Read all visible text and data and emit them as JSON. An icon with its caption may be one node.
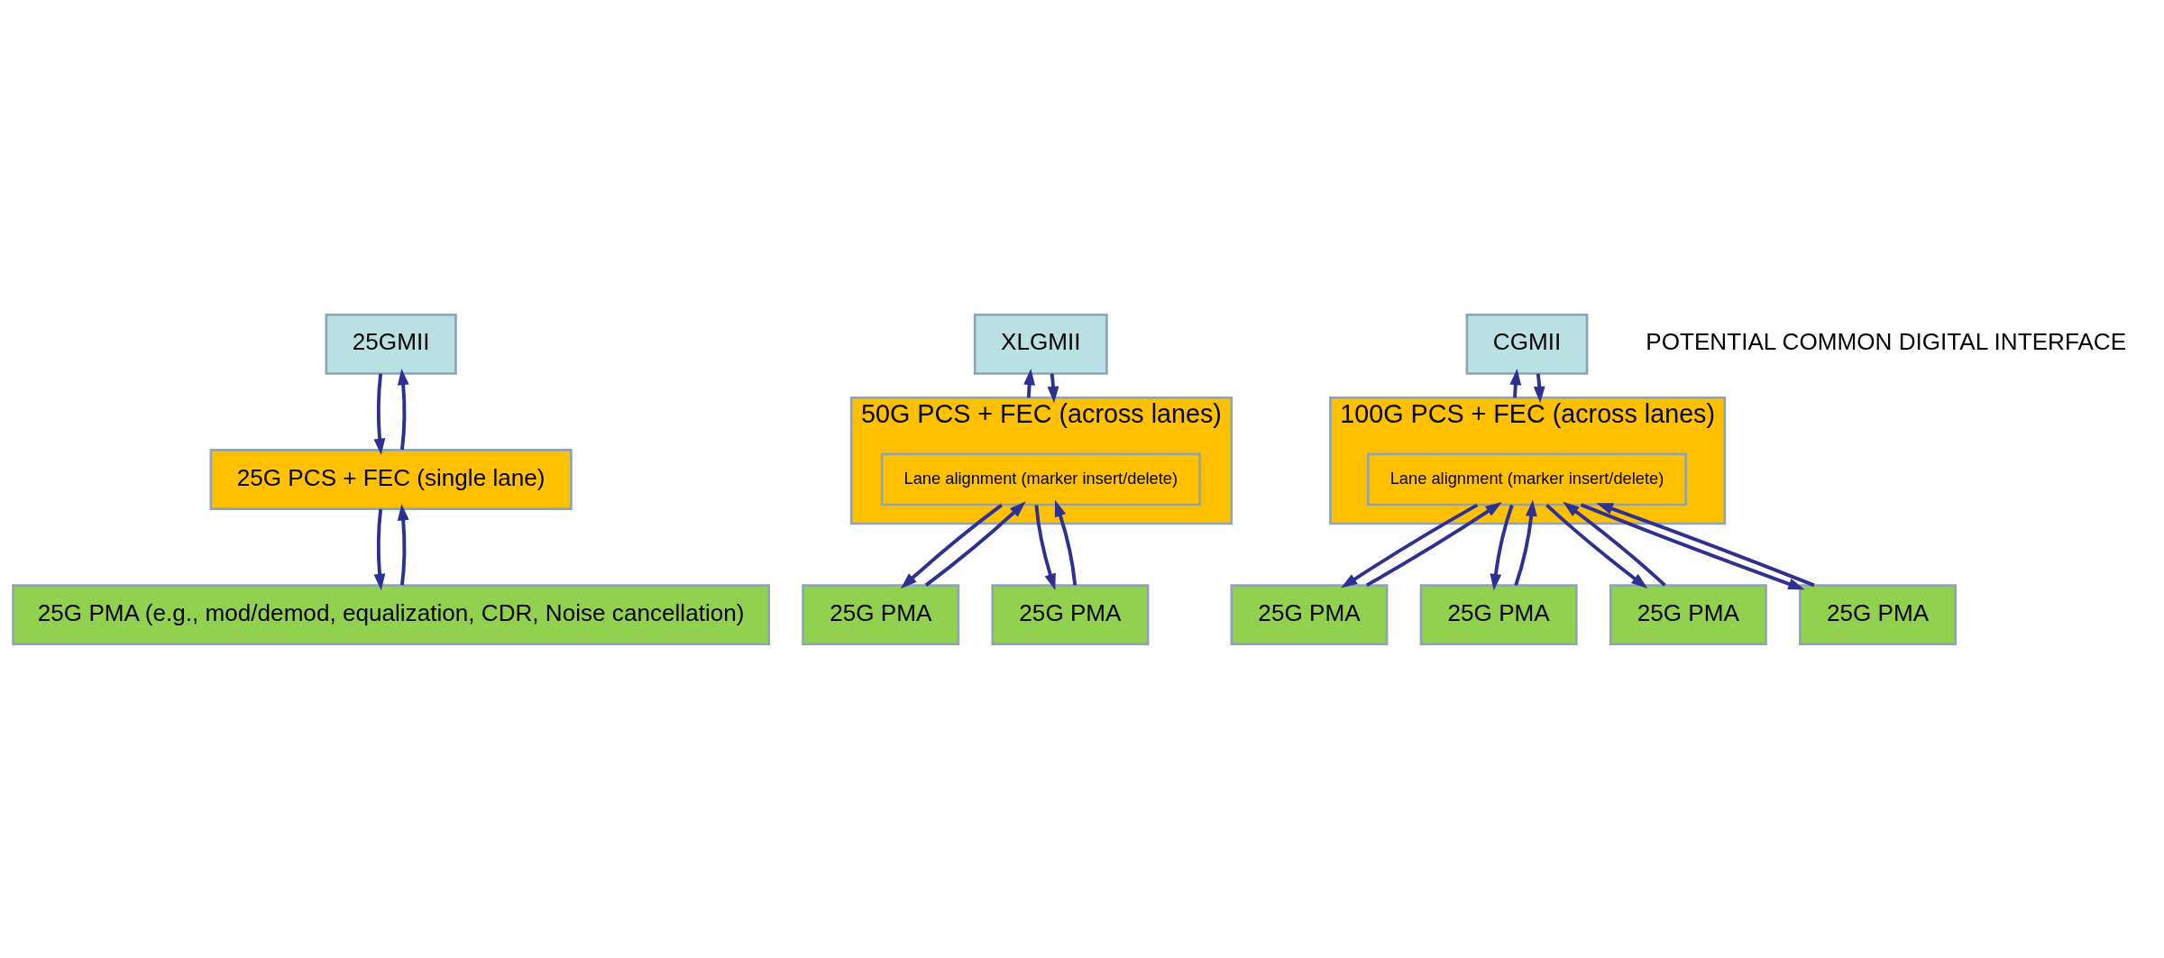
{
  "diagram": {
    "nodes": [
      {
        "text": [
          "25GMII"
        ]
      },
      {
        "text": [
          "25G PCS + FEC (single lane)"
        ]
      },
      {
        "text": [
          "25G PMA (e.g., mod/demod, equalization, CDR, Noise cancellation)"
        ]
      },
      {
        "text": [
          "XLGMII"
        ]
      },
      {
        "text": [
          "50G PCS + FEC (across lanes)"
        ]
      },
      {
        "text": [
          "Lane alignment (marker insert/delete)"
        ],
        "in": 4
      },
      {
        "text": [
          "25G PMA"
        ]
      },
      {
        "text": [
          "25G PMA"
        ]
      },
      {
        "text": [
          "CGMII"
        ]
      },
      {
        "text": [
          "100G PCS + FEC (across lanes)"
        ]
      },
      {
        "text": [
          "Lane alignment (marker insert/delete)"
        ],
        "in": 9
      },
      {
        "text": [
          "25G PMA"
        ]
      },
      {
        "text": [
          "25G PMA"
        ]
      },
      {
        "text": [
          "25G PMA"
        ]
      },
      {
        "text": [
          "25G PMA"
        ]
      }
    ],
    "edges": [
      {
        "from": 0,
        "to": 1,
        "arrow": "to"
      },
      {
        "from": 1,
        "to": 0,
        "arrow": "to"
      },
      {
        "from": 1,
        "to": 2,
        "arrow": "to"
      },
      {
        "from": 2,
        "to": 1,
        "arrow": "to"
      },
      {
        "from": 3,
        "to": 4,
        "arrow": "to"
      },
      {
        "from": 4,
        "to": 3,
        "arrow": "to"
      },
      {
        "from": 5,
        "to": 6,
        "arrow": "to"
      },
      {
        "from": 6,
        "to": 5,
        "arrow": "to"
      },
      {
        "from": 5,
        "to": 7,
        "arrow": "to"
      },
      {
        "from": 7,
        "to": 5,
        "arrow": "to"
      },
      {
        "from": 8,
        "to": 9,
        "arrow": "to"
      },
      {
        "from": 9,
        "to": 8,
        "arrow": "to"
      },
      {
        "from": 10,
        "to": 11,
        "arrow": "to"
      },
      {
        "from": 11,
        "to": 10,
        "arrow": "to"
      },
      {
        "from": 10,
        "to": 12,
        "arrow": "to"
      },
      {
        "from": 12,
        "to": 10,
        "arrow": "to"
      },
      {
        "from": 10,
        "to": 13,
        "arrow": "to"
      },
      {
        "from": 13,
        "to": 10,
        "arrow": "to"
      },
      {
        "from": 10,
        "to": 14,
        "arrow": "to"
      },
      {
        "from": 14,
        "to": 10,
        "arrow": "to"
      }
    ],
    "labels": [
      "POTENTIAL COMMON DIGITAL INTERFACE"
    ]
  }
}
